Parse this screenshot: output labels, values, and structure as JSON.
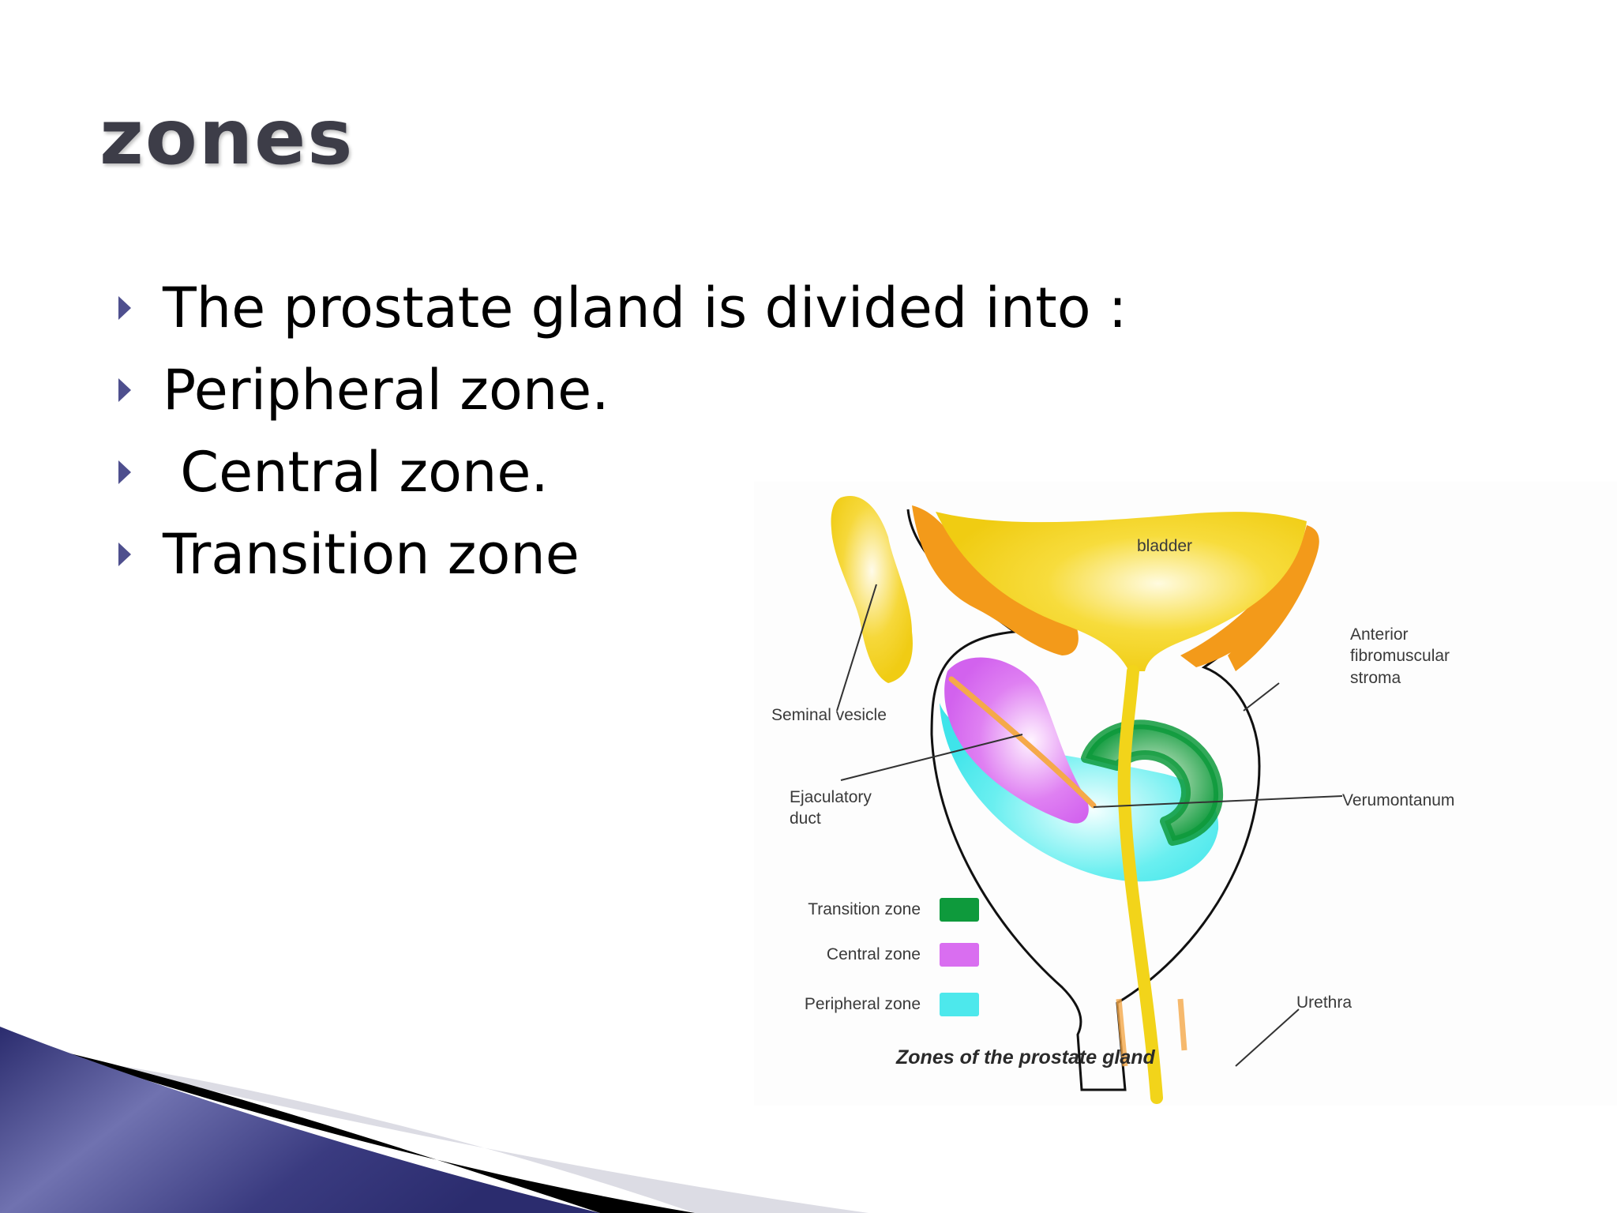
{
  "slide": {
    "title": "zones",
    "bullets": [
      {
        "text": "The prostate gland is divided into :"
      },
      {
        "text": "Peripheral zone."
      },
      {
        "text": " Central zone."
      },
      {
        "text": "Transition zone"
      }
    ]
  },
  "diagram": {
    "caption": "Zones of the prostate gland",
    "labels": {
      "bladder": "bladder",
      "anterior_stroma": "Anterior\nfibromuscular\nstroma",
      "seminal_vesicle": "Seminal vesicle",
      "ejaculatory_duct": "Ejaculatory\nduct",
      "verumontanum": "Verumontanum",
      "urethra": "Urethra"
    },
    "legend": [
      {
        "label": "Transition zone",
        "color": "#0e9a3c"
      },
      {
        "label": "Central zone",
        "color": "#d96ef0"
      },
      {
        "label": "Peripheral zone",
        "color": "#4de8ec"
      }
    ],
    "colors": {
      "bladder": "#f3d21c",
      "muscle": "#f39a1a",
      "transition": "#0e9a3c",
      "central": "#d96ef0",
      "peripheral": "#4de8ec",
      "urethra": "#f2d41a",
      "duct": "#f5a94a"
    }
  },
  "theme": {
    "accent": "#4e4f8e",
    "swoosh_dark": "#2b2c6e",
    "swoosh_light": "#7072b0"
  }
}
